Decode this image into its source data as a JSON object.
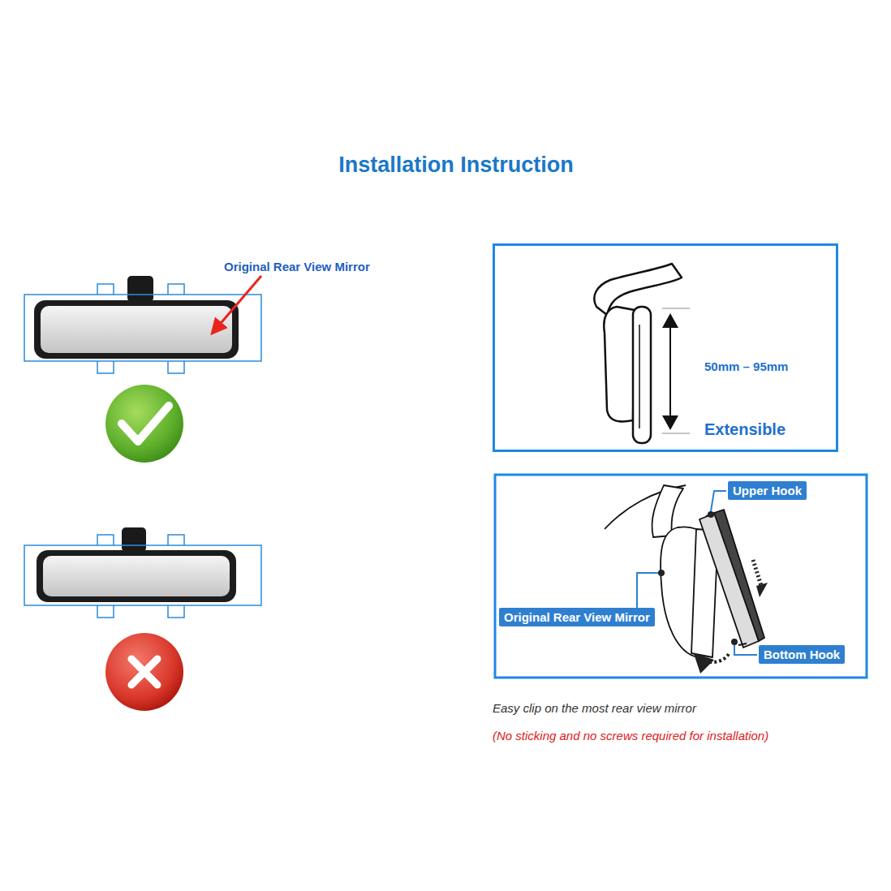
{
  "diagram": {
    "title": "Installation Instruction",
    "nodes": [
      {
        "text": [
          "50mm – 95mm",
          "Extensible"
        ]
      },
      {
        "text": [
          "Upper Hook"
        ]
      },
      {
        "text": [
          "Original Rear View Mirror"
        ]
      },
      {
        "text": [
          "Bottom Hook"
        ]
      }
    ],
    "labels": [
      "Original Rear View Mirror",
      "Easy clip on the most rear view mirror",
      "(No sticking and no screws required for installation)"
    ]
  }
}
